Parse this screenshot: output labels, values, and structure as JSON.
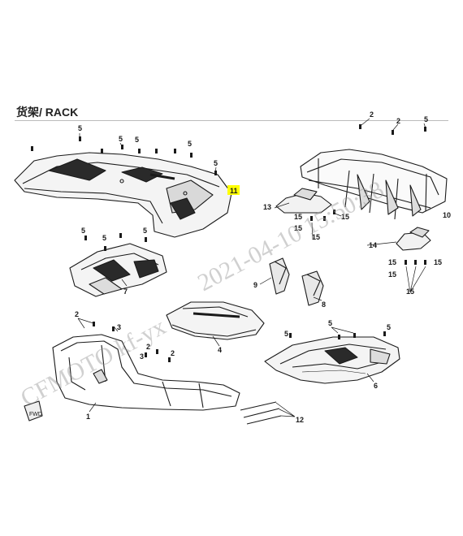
{
  "title": "货架/ RACK",
  "watermark": {
    "brand": "CFMOTO kf-yx",
    "stamp": "2021-04-10 15:50:38"
  },
  "callouts": [
    "1",
    "2",
    "3",
    "4",
    "5",
    "6",
    "7",
    "8",
    "9",
    "10",
    "11",
    "12",
    "13",
    "14",
    "15"
  ],
  "highlight_color": "#ffff00",
  "line_color": "#1a1a1a"
}
